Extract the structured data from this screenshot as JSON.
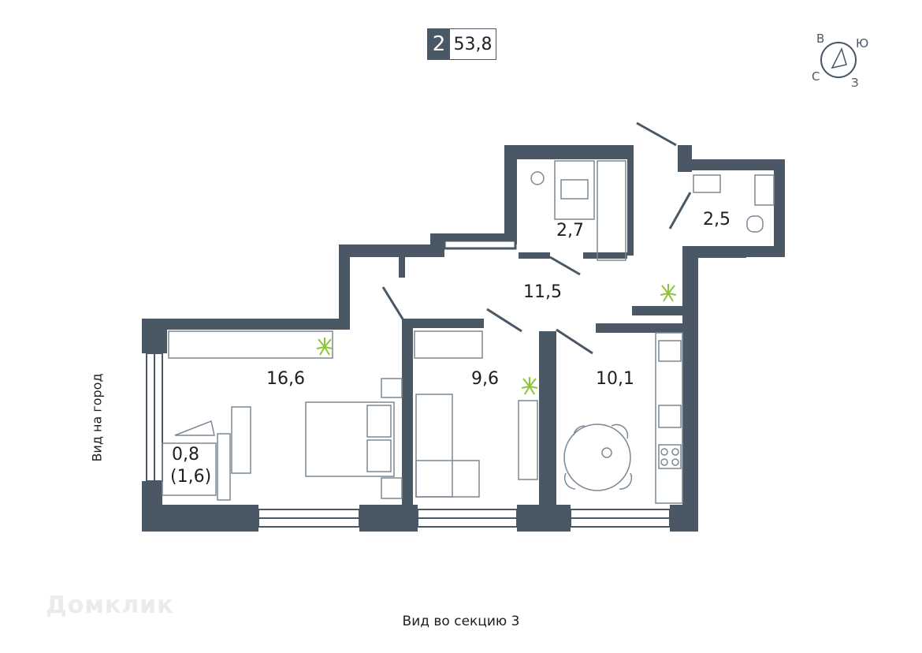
{
  "apartment": {
    "rooms": "2",
    "total_area": "53,8"
  },
  "compass": {
    "north": "С",
    "east": "В",
    "south": "Ю",
    "west": "З"
  },
  "rooms": {
    "bathroom_1": "2,7",
    "bathroom_2": "2,5",
    "hallway": "11,5",
    "bedroom": "16,6",
    "room": "9,6",
    "kitchen": "10,1",
    "balcony": "0,8",
    "balcony_full": "(1,6)"
  },
  "views": {
    "left": "Вид на город",
    "bottom": "Вид во секцию 3"
  },
  "watermark": "Домклик",
  "colors": {
    "wall": "#4a5865",
    "furniture": "#7b8894",
    "plant": "#8fc43a"
  }
}
